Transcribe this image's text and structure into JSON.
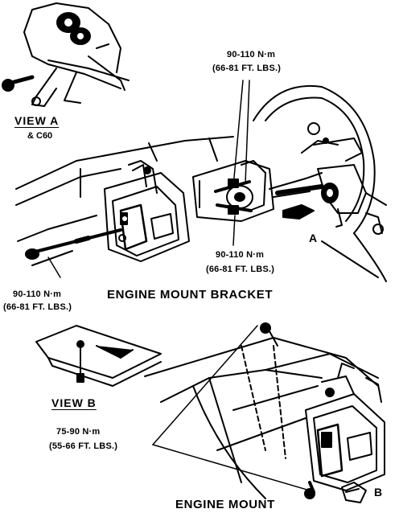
{
  "labels": {
    "view_a": "VIEW A",
    "view_a_sub": "& C60",
    "view_b": "VIEW B",
    "torque_top_1": "90-110 N·m",
    "torque_top_2": "(66-81 FT. LBS.)",
    "torque_mid_1": "90-110 N·m",
    "torque_mid_2": "(66-81 FT. LBS.)",
    "torque_left_1": "90-110 N·m",
    "torque_left_2": "(66-81 FT. LBS.)",
    "torque_low_1": "75-90 N·m",
    "torque_low_2": "(55-66 FT. LBS.)",
    "engine_mount_bracket": "ENGINE MOUNT BRACKET",
    "engine_mount": "ENGINE MOUNT",
    "callout_a": "A",
    "callout_b": "B"
  },
  "colors": {
    "ink": "#000000",
    "paper": "#ffffff"
  }
}
